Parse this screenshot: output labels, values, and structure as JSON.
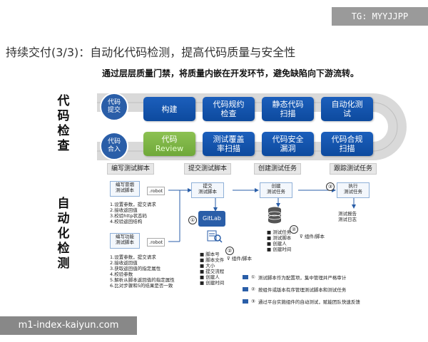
{
  "tg_label": "TG: MYYJJPP",
  "title": "持续交付(3/3)：自动化代码检测，提高代码质量与安全性",
  "subtitle": "通过层层质量门禁，将质量内嵌在开发环节，避免缺陷向下游流转。",
  "side_labels": {
    "code_check": [
      "代",
      "码",
      "检",
      "查"
    ],
    "auto_test": [
      "自",
      "动",
      "化",
      "检",
      "测"
    ]
  },
  "pipeline": {
    "row1_start": "代码\n提交",
    "row2_start": "代码\n合入",
    "row1": [
      "构建",
      "代码规约\n检查",
      "静态代码\n扫描",
      "自动化测\n试"
    ],
    "row2_first": "代码",
    "row2_first_sub": "Review",
    "row2": [
      "测试覆盖\n率扫描",
      "代码安全\n漏洞",
      "代码合规\n扫描"
    ]
  },
  "tabs": [
    "编写测试脚本",
    "提交测试脚本",
    "创建测试任务",
    "跟踪测试任务"
  ],
  "flow": {
    "write_interface": "编写冒烟\n测试脚本",
    "robot1": ".robot",
    "steps1": [
      "1.设置参数，提交请求",
      "2.接收返回值",
      "3.校验http状态码",
      "4.校验返回结构"
    ],
    "write_func": "编写功能\n测试脚本",
    "robot2": ".robot",
    "steps2": [
      "1.设置参数，提交请求",
      "2.接收返回值",
      "3.获取返回值的指定属性",
      "4.校验参数",
      "5.解析从脚本返回值的指定属性",
      "6.比对步骤和5的结果是否一致"
    ],
    "submit": "提交\n测试脚本",
    "gitlab": "GitLab",
    "script_attrs": [
      "脚本号",
      "脚本文件",
      "大小",
      "提交流程",
      "创建人",
      "创建时间"
    ],
    "filter1": "组件/脚本",
    "create": "创建\n测试任务",
    "task_attrs": [
      "测试任务",
      "测试脚本",
      "创建人",
      "创建时间"
    ],
    "filter2": "组件/脚本",
    "execute": "执行\n测试任务",
    "reports": [
      "测试报告",
      "测试日志"
    ],
    "num1": "①",
    "num2": "②",
    "num3": "③",
    "num2b": "②"
  },
  "legend": [
    {
      "num": "①",
      "text": "测试脚本作为配置项，集中管理并严格审计"
    },
    {
      "num": "②",
      "text": "按组件或版本有序管理测试脚本和测试任务"
    },
    {
      "num": "③",
      "text": "通过平台实施组件的自动测试，赋能团队快速反馈"
    }
  ],
  "watermark": "m1-index-kaiyun.com",
  "colors": {
    "primary": "#1c5fbc",
    "green": "#8cc152",
    "track": "#d9d9d9"
  }
}
